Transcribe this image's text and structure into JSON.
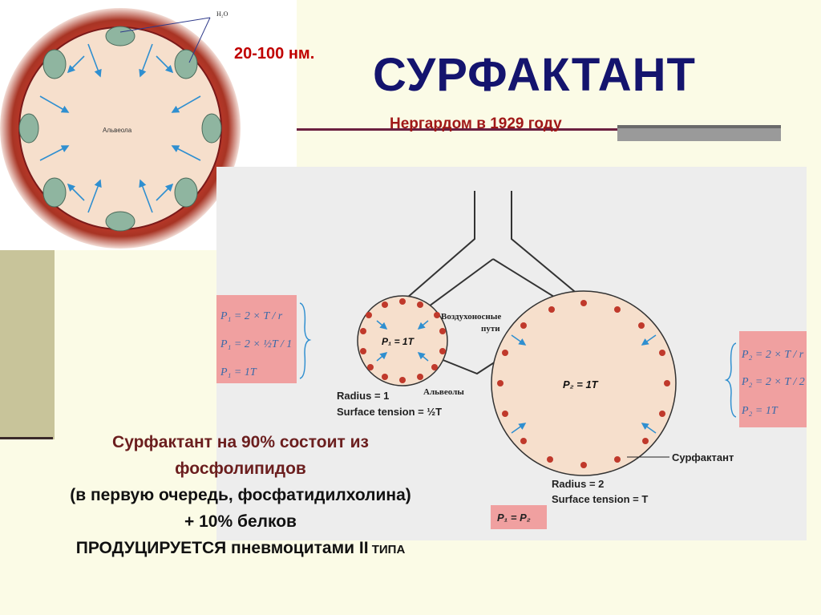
{
  "title": "СУРФАКТАНТ",
  "size_label": "20-100 нм.",
  "subtitle": "Нергардом в 1929 году",
  "alveolus_diagram": {
    "center_label": "Альвеола",
    "water_label": "H₂O"
  },
  "body_lines": {
    "line1": "Сурфактант на 90% состоит из",
    "line2": "фосфолипидов",
    "line3": "(в первую очередь, фосфатидилхолина)",
    "line4": "+ 10% белков",
    "line5_main": "ПРОДУЦИРУЕТСЯ пневмоцитами  II",
    "line5_small": " ТИПА"
  },
  "laplace_diagram": {
    "airways_label_1": "Воздухоносные",
    "airways_label_2": "пути",
    "alveoli_label": "Альвеолы",
    "surfactant_label": "Сурфактант",
    "small_alveolus_label": "P₁ = 1T",
    "large_alveolus_label": "P₂ = 1T",
    "small_radius": "Radius = 1",
    "small_tension": "Surface tension = ½T",
    "large_radius": "Radius = 2",
    "large_tension": "Surface tension = T",
    "equality": "P₁ = P₂",
    "left_formulas": [
      "P₁ = 2 × T / r",
      "P₁ = 2 × ½T / 1",
      "P₁ = 1T"
    ],
    "right_formulas": [
      "P₂ = 2 × T / r",
      "P₂ = 2 × T / 2",
      "P₂ = 1T"
    ]
  },
  "colors": {
    "title": "#14146e",
    "accent_red": "#c00000",
    "olive": "#c8c49a",
    "arrow_blue": "#2f8fd0",
    "cell_green": "#8fb5a0"
  }
}
